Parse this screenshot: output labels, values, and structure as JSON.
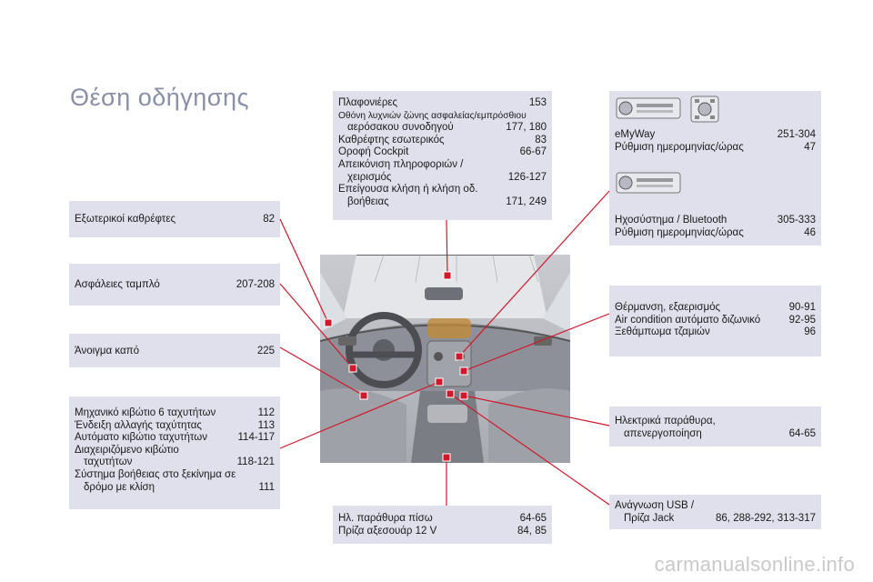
{
  "title": "Θέση οδήγησης",
  "left": {
    "mirrors": {
      "label": "Εξωτερικοί καθρέφτες",
      "page": "82"
    },
    "fuses": {
      "label": "Ασφάλειες ταμπλό",
      "page": "207-208"
    },
    "bonnet": {
      "label": "Άνοιγμα καπό",
      "page": "225"
    },
    "gearbox": [
      {
        "label": "Μηχανικό κιβώτιο 6 ταχυτήτων",
        "page": "112"
      },
      {
        "label": "Ένδειξη αλλαγής ταχύτητας",
        "page": "113"
      },
      {
        "label": "Αυτόματο κιβώτιο ταχυτήτων",
        "page": "114-117"
      },
      {
        "label": "Διαχειριζόμενο κιβώτιο",
        "page": ""
      },
      {
        "label": "ταχυτήτων",
        "page": "118-121"
      },
      {
        "label": "Σύστημα βοήθειας στο ξεκίνημα σε",
        "page": ""
      },
      {
        "label": "δρόμο με κλίση",
        "page": "111"
      }
    ]
  },
  "top": [
    {
      "label": "Πλαφονιέρες",
      "page": "153"
    },
    {
      "label": "Οθόνη λυχνιών ζώνης ασφαλείας/εμπρόσθιου",
      "page": ""
    },
    {
      "label": "αερόσακου συνοδηγού",
      "page": "177, 180"
    },
    {
      "label": "Καθρέφτης εσωτερικός",
      "page": "83"
    },
    {
      "label": "Οροφή Cockpit",
      "page": "66-67"
    },
    {
      "label": "Απεικόνιση πληροφοριών /",
      "page": ""
    },
    {
      "label": "χειρισμός",
      "page": "126-127"
    },
    {
      "label": "Επείγουσα κλήση ή κλήση οδ.",
      "page": ""
    },
    {
      "label": "βοήθειας",
      "page": "171, 249"
    }
  ],
  "right": {
    "emyway": [
      {
        "label": "eMyWay",
        "page": "251-304"
      },
      {
        "label": "Ρύθμιση ημερομηνίας/ώρας",
        "page": "47"
      }
    ],
    "audio": [
      {
        "label": "Ηχοσύστημα / Bluetooth",
        "page": "305-333"
      },
      {
        "label": "Ρύθμιση ημερομηνίας/ώρας",
        "page": "46"
      }
    ],
    "heating": [
      {
        "label": "Θέρμανση, εξαερισμός",
        "page": "90-91"
      },
      {
        "label": "Air condition αυτόματο διζωνικό",
        "page": "92-95"
      },
      {
        "label": "Ξεθάμπωμα τζαμιών",
        "page": "96"
      }
    ],
    "windows": [
      {
        "label": "Ηλεκτρικά παράθυρα,",
        "page": ""
      },
      {
        "label": "απενεργοποίηση",
        "page": "64-65"
      }
    ],
    "usb": [
      {
        "label": "Ανάγνωση USB /",
        "page": ""
      },
      {
        "label": "Πρίζα Jack",
        "page": "86, 288-292, 313-317"
      }
    ]
  },
  "bottom": [
    {
      "label": "Ηλ. παράθυρα πίσω",
      "page": "64-65"
    },
    {
      "label": "Πρίζα αξεσουάρ 12 V",
      "page": "84, 85"
    }
  ],
  "watermark": "carmanualsonline.info",
  "colors": {
    "box": "#dfe0ec",
    "callout": "#d1182b",
    "title": "#8a8fa8"
  }
}
